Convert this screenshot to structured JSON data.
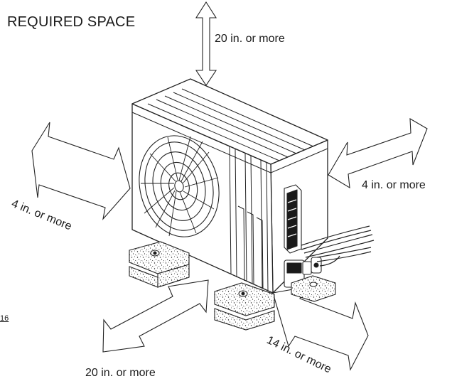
{
  "title": "REQUIRED SPACE",
  "clearances": {
    "top": "20 in. or more",
    "right": "4 in. or more",
    "left": "4 in. or more",
    "front_right": "14 in. or more",
    "bottom": "20 in. or more"
  },
  "page_ref": "16",
  "icons": [
    "clearance-arrow-icon",
    "fan-grille-icon",
    "service-valve-icon",
    "pipe-icon"
  ]
}
